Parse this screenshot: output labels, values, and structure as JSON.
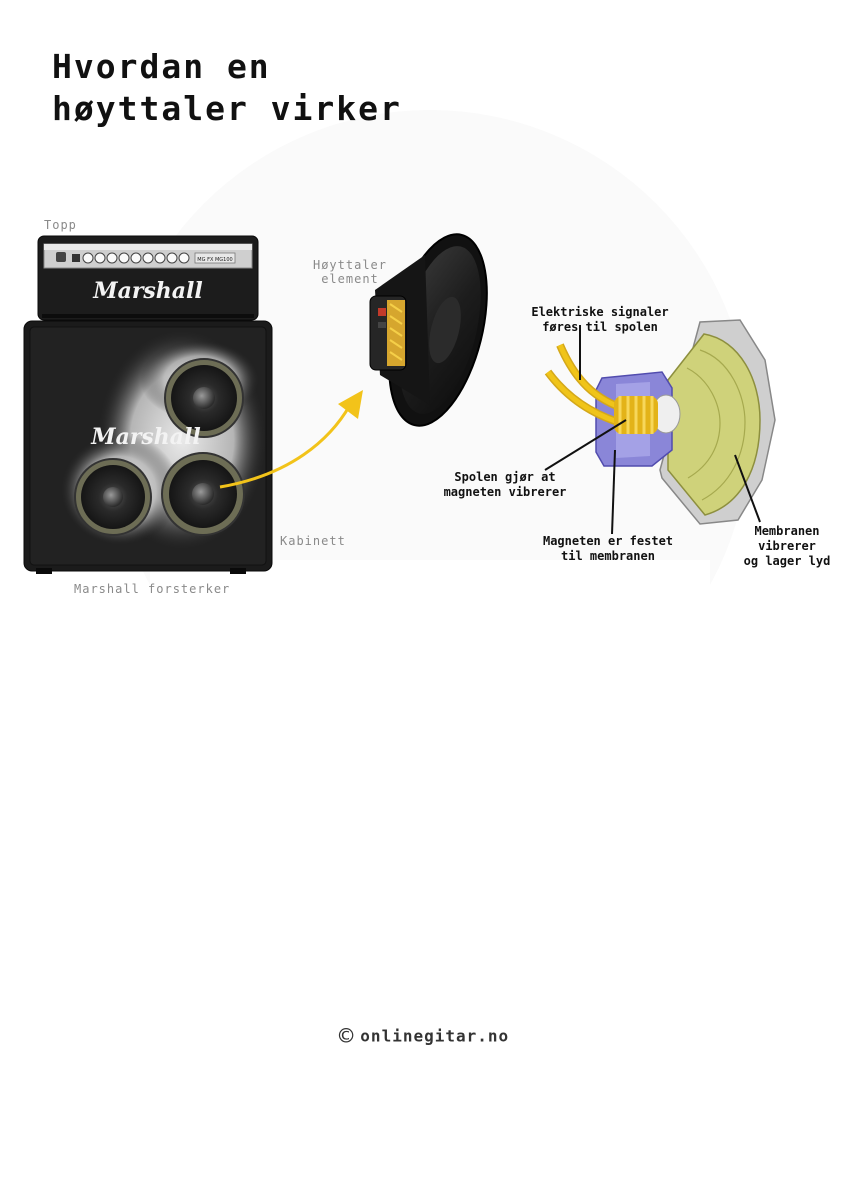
{
  "title": {
    "line1": "Hvordan en",
    "line2": "høyttaler virker"
  },
  "labels": {
    "top": "Topp",
    "element_line1": "Høyttaler",
    "element_line2": "element",
    "cabinet": "Kabinett",
    "amplifier": "Marshall forsterker"
  },
  "brand": {
    "logo_text": "Marshall",
    "badge_text": "MG FX MG100"
  },
  "diagram": {
    "signals_line1": "Elektriske signaler",
    "signals_line2": "føres til spolen",
    "coil_line1": "Spolen gjør at",
    "coil_line2": "magneten vibrerer",
    "magnet_line1": "Magneten er festet",
    "magnet_line2": "til membranen",
    "membrane_line1": "Membranen",
    "membrane_line2": "vibrerer",
    "membrane_line3": "og lager lyd"
  },
  "footer": {
    "copyright_symbol": "©",
    "site": "onlinegitar.no"
  },
  "colors": {
    "arrow": "#f2c31a",
    "cabinet": "#1b1b1b",
    "magnet": "#8a86d8",
    "coil": "#f0c419",
    "membrane": "#cfd27a"
  }
}
